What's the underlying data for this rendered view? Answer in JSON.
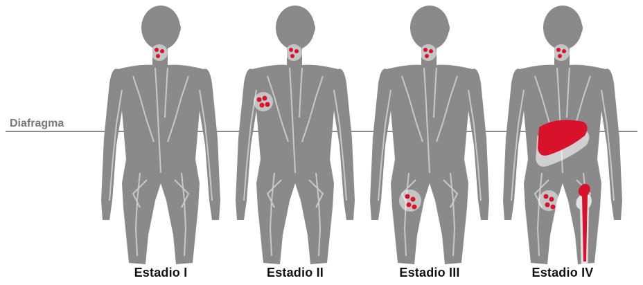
{
  "diaphragm_label": "Diafragma",
  "stages": [
    {
      "label": "Estadio I"
    },
    {
      "label": "Estadio II"
    },
    {
      "label": "Estadio III"
    },
    {
      "label": "Estadio IV"
    }
  ],
  "colors": {
    "body": "#8a8a8a",
    "lymph": "#c9c9c9",
    "tumor": "#d8122b",
    "diaphragm_line": "#666666"
  }
}
